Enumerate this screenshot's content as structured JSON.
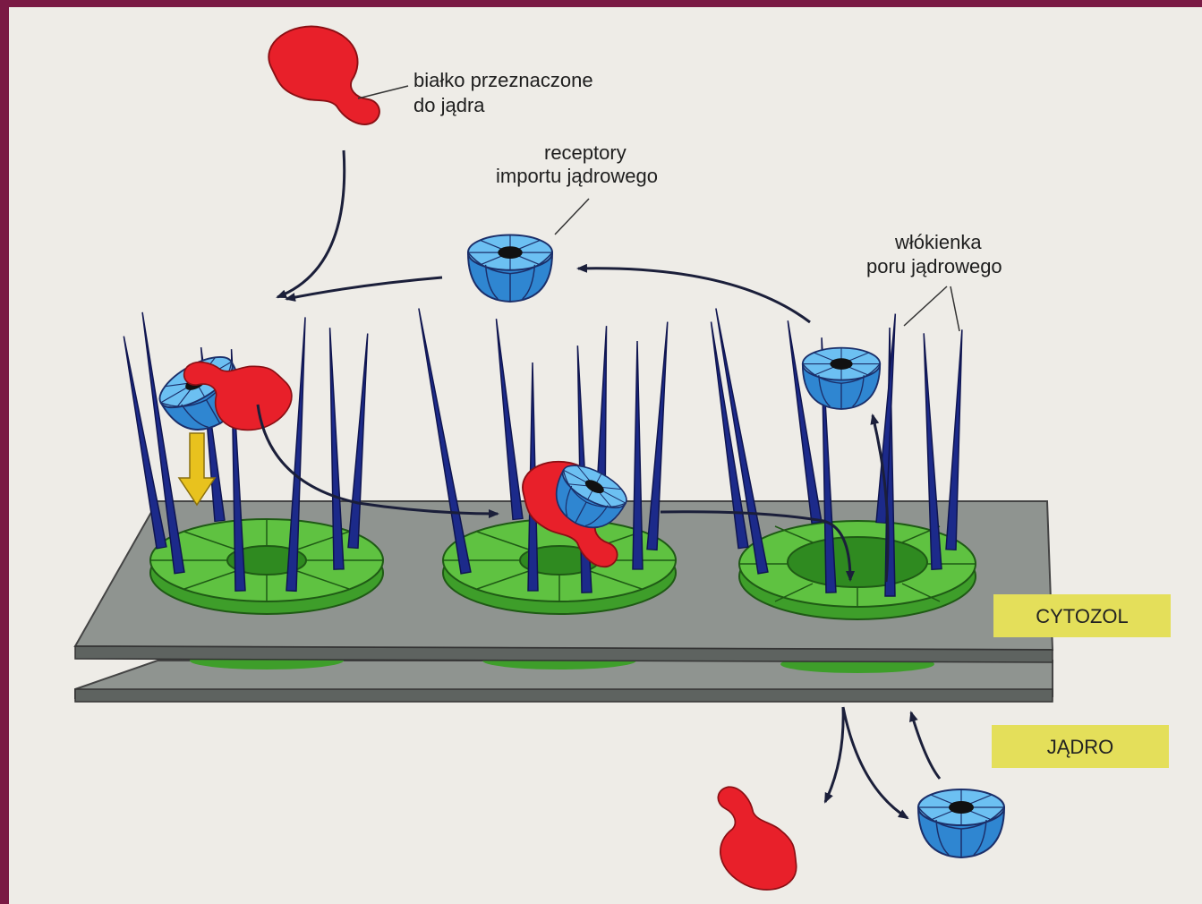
{
  "labels": {
    "protein_line1": "białko przeznaczone",
    "protein_line2": "do jądra",
    "receptor_line1": "receptory",
    "receptor_line2": "importu jądrowego",
    "fibril_line1": "włókienka",
    "fibril_line2": "poru jądrowego"
  },
  "compartments": {
    "cytosol": "CYTOZOL",
    "nucleus": "JĄDRO"
  },
  "colors": {
    "cargo_protein": "#e8202a",
    "import_receptor": "#3a9fe0",
    "pore_ring": "#5fc241",
    "fibril": "#1c2a8a",
    "membrane": "#8f9490",
    "tag_background": "#e4df5a",
    "arrow_down": "#e8c21e"
  },
  "icons": {
    "cargo": "cargo-protein-icon",
    "receptor": "import-receptor-icon",
    "pore": "nuclear-pore-icon",
    "fibril": "pore-fibril-icon"
  }
}
